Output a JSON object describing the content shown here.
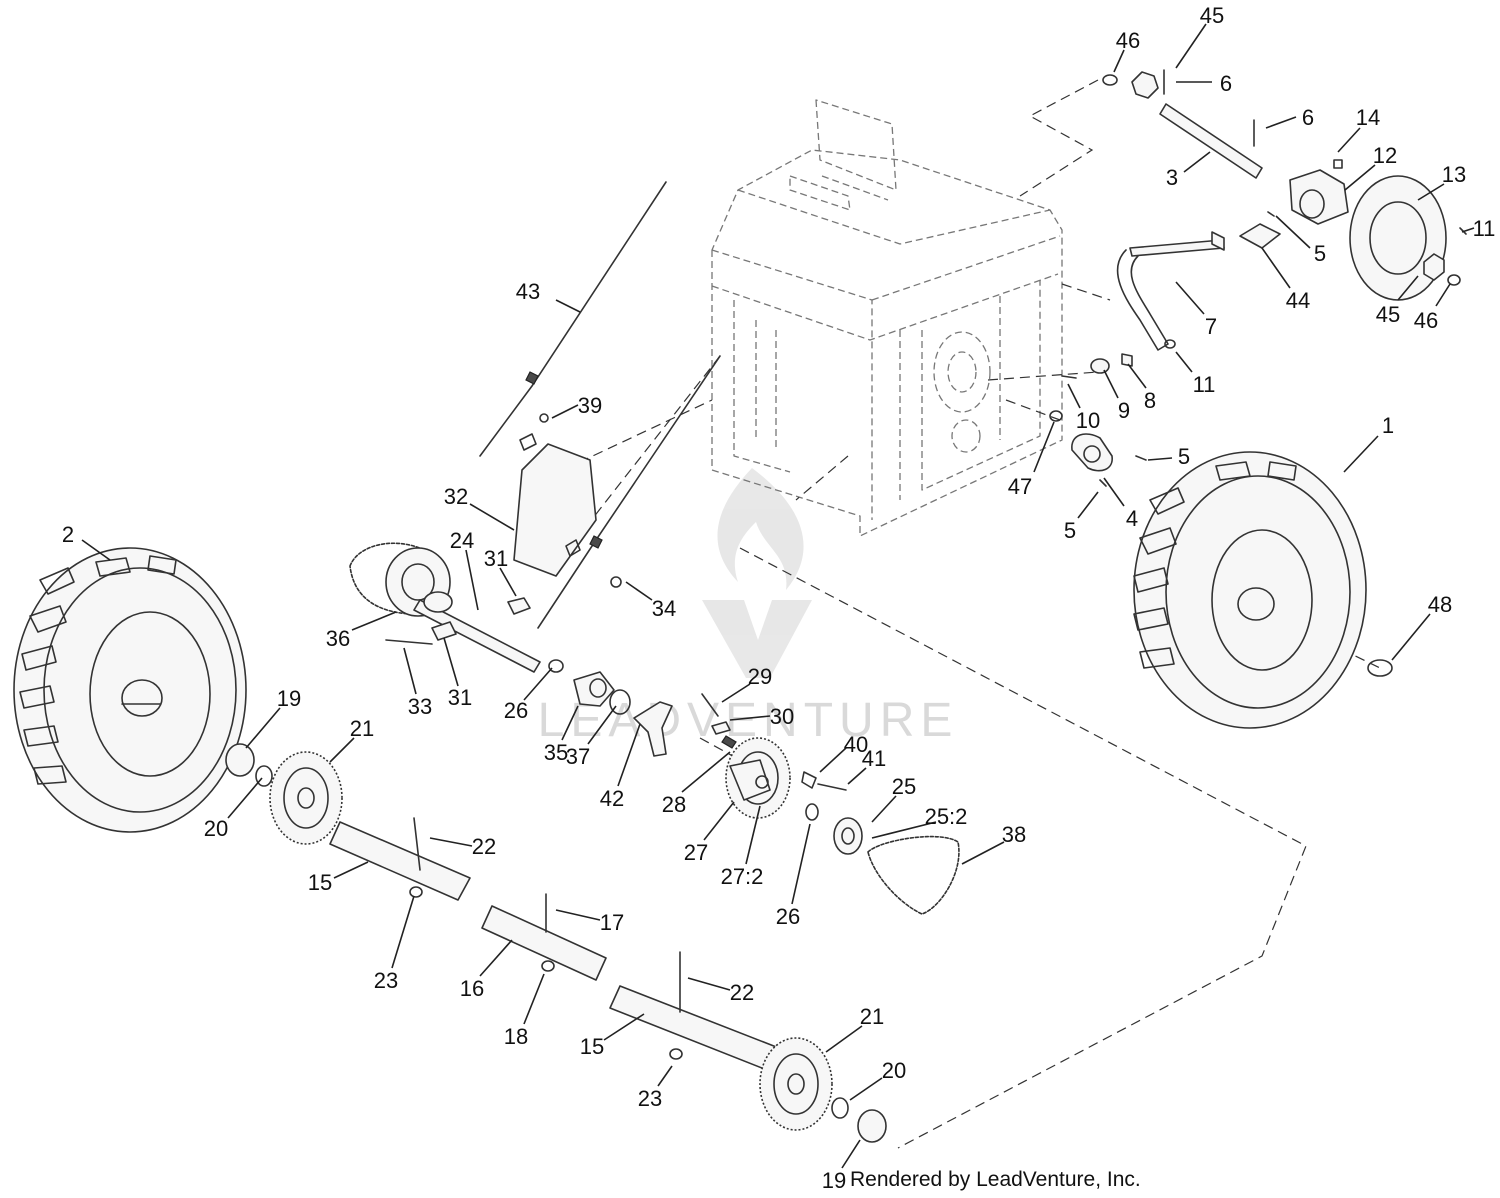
{
  "diagram": {
    "watermark": "LEADVENTURE",
    "credit": "Rendered by LeadVenture, Inc.",
    "callouts": [
      {
        "id": "c45a",
        "label": "45",
        "text": [
          1212,
          15
        ],
        "lead": [
          1206,
          24,
          1176,
          68
        ]
      },
      {
        "id": "c46a",
        "label": "46",
        "text": [
          1128,
          40
        ],
        "lead": [
          1124,
          50,
          1114,
          72
        ]
      },
      {
        "id": "c6a",
        "label": "6",
        "text": [
          1226,
          83
        ],
        "lead": [
          1212,
          82,
          1176,
          82
        ]
      },
      {
        "id": "c6b",
        "label": "6",
        "text": [
          1308,
          117
        ],
        "lead": [
          1296,
          117,
          1266,
          128
        ]
      },
      {
        "id": "c14",
        "label": "14",
        "text": [
          1368,
          117
        ],
        "lead": [
          1360,
          128,
          1338,
          152
        ]
      },
      {
        "id": "c12",
        "label": "12",
        "text": [
          1385,
          155
        ],
        "lead": [
          1375,
          165,
          1345,
          190
        ]
      },
      {
        "id": "c3",
        "label": "3",
        "text": [
          1172,
          177
        ],
        "lead": [
          1184,
          172,
          1210,
          152
        ]
      },
      {
        "id": "c13",
        "label": "13",
        "text": [
          1454,
          174
        ],
        "lead": [
          1444,
          184,
          1418,
          200
        ]
      },
      {
        "id": "c11a",
        "label": "11",
        "text": [
          1484,
          228
        ],
        "lead": [
          1474,
          228,
          1462,
          232
        ]
      },
      {
        "id": "c5a",
        "label": "5",
        "text": [
          1320,
          253
        ],
        "lead": [
          1310,
          248,
          1276,
          216
        ]
      },
      {
        "id": "c44",
        "label": "44",
        "text": [
          1298,
          300
        ],
        "lead": [
          1290,
          288,
          1262,
          248
        ]
      },
      {
        "id": "c45b",
        "label": "45",
        "text": [
          1388,
          314
        ],
        "lead": [
          1398,
          300,
          1418,
          276
        ]
      },
      {
        "id": "c46b",
        "label": "46",
        "text": [
          1426,
          320
        ],
        "lead": [
          1436,
          306,
          1450,
          284
        ]
      },
      {
        "id": "c7",
        "label": "7",
        "text": [
          1211,
          326
        ],
        "lead": [
          1204,
          314,
          1176,
          282
        ]
      },
      {
        "id": "c43",
        "label": "43",
        "text": [
          528,
          291
        ],
        "lead": [
          556,
          300,
          580,
          312
        ]
      },
      {
        "id": "c11b",
        "label": "11",
        "text": [
          1204,
          384
        ],
        "lead": [
          1192,
          372,
          1176,
          352
        ]
      },
      {
        "id": "c8",
        "label": "8",
        "text": [
          1150,
          400
        ],
        "lead": [
          1146,
          388,
          1128,
          364
        ]
      },
      {
        "id": "c9",
        "label": "9",
        "text": [
          1124,
          410
        ],
        "lead": [
          1118,
          398,
          1104,
          370
        ]
      },
      {
        "id": "c10",
        "label": "10",
        "text": [
          1088,
          420
        ],
        "lead": [
          1080,
          408,
          1068,
          384
        ]
      },
      {
        "id": "c39",
        "label": "39",
        "text": [
          590,
          405
        ],
        "lead": [
          578,
          405,
          552,
          418
        ]
      },
      {
        "id": "c1",
        "label": "1",
        "text": [
          1388,
          425
        ],
        "lead": [
          1378,
          436,
          1344,
          472
        ]
      },
      {
        "id": "c5b",
        "label": "5",
        "text": [
          1184,
          456
        ],
        "lead": [
          1172,
          458,
          1148,
          460
        ]
      },
      {
        "id": "c47",
        "label": "47",
        "text": [
          1020,
          486
        ],
        "lead": [
          1034,
          472,
          1054,
          422
        ]
      },
      {
        "id": "c32",
        "label": "32",
        "text": [
          456,
          496
        ],
        "lead": [
          470,
          504,
          514,
          530
        ]
      },
      {
        "id": "c4",
        "label": "4",
        "text": [
          1132,
          518
        ],
        "lead": [
          1124,
          506,
          1104,
          478
        ]
      },
      {
        "id": "c5c",
        "label": "5",
        "text": [
          1070,
          530
        ],
        "lead": [
          1078,
          518,
          1098,
          492
        ]
      },
      {
        "id": "c2",
        "label": "2",
        "text": [
          68,
          534
        ],
        "lead": [
          82,
          540,
          110,
          560
        ]
      },
      {
        "id": "c24",
        "label": "24",
        "text": [
          462,
          540
        ],
        "lead": [
          466,
          550,
          478,
          610
        ]
      },
      {
        "id": "c31a",
        "label": "31",
        "text": [
          496,
          558
        ],
        "lead": [
          500,
          568,
          516,
          596
        ]
      },
      {
        "id": "c34",
        "label": "34",
        "text": [
          664,
          608
        ],
        "lead": [
          652,
          600,
          626,
          582
        ]
      },
      {
        "id": "c48",
        "label": "48",
        "text": [
          1440,
          604
        ],
        "lead": [
          1430,
          614,
          1392,
          660
        ]
      },
      {
        "id": "c36",
        "label": "36",
        "text": [
          338,
          638
        ],
        "lead": [
          352,
          630,
          396,
          612
        ]
      },
      {
        "id": "c29",
        "label": "29",
        "text": [
          760,
          676
        ],
        "lead": [
          750,
          684,
          722,
          702
        ]
      },
      {
        "id": "c31b",
        "label": "31",
        "text": [
          460,
          697
        ],
        "lead": [
          458,
          686,
          444,
          638
        ]
      },
      {
        "id": "c19a",
        "label": "19",
        "text": [
          289,
          698
        ],
        "lead": [
          280,
          708,
          246,
          748
        ]
      },
      {
        "id": "c33",
        "label": "33",
        "text": [
          420,
          706
        ],
        "lead": [
          416,
          694,
          404,
          648
        ]
      },
      {
        "id": "c26a",
        "label": "26",
        "text": [
          516,
          710
        ],
        "lead": [
          524,
          700,
          552,
          668
        ]
      },
      {
        "id": "c30",
        "label": "30",
        "text": [
          782,
          716
        ],
        "lead": [
          770,
          716,
          730,
          720
        ]
      },
      {
        "id": "c21a",
        "label": "21",
        "text": [
          362,
          728
        ],
        "lead": [
          354,
          738,
          330,
          762
        ]
      },
      {
        "id": "c35",
        "label": "35",
        "text": [
          556,
          752
        ],
        "lead": [
          562,
          740,
          578,
          706
        ]
      },
      {
        "id": "c37",
        "label": "37",
        "text": [
          578,
          756
        ],
        "lead": [
          588,
          744,
          616,
          706
        ]
      },
      {
        "id": "c40",
        "label": "40",
        "text": [
          856,
          744
        ],
        "lead": [
          846,
          748,
          820,
          772
        ]
      },
      {
        "id": "c41",
        "label": "41",
        "text": [
          874,
          758
        ],
        "lead": [
          866,
          768,
          848,
          784
        ]
      },
      {
        "id": "c25",
        "label": "25",
        "text": [
          904,
          786
        ],
        "lead": [
          896,
          796,
          872,
          822
        ]
      },
      {
        "id": "c42",
        "label": "42",
        "text": [
          612,
          798
        ],
        "lead": [
          618,
          786,
          640,
          724
        ]
      },
      {
        "id": "c28",
        "label": "28",
        "text": [
          674,
          804
        ],
        "lead": [
          682,
          792,
          730,
          752
        ]
      },
      {
        "id": "c25_2",
        "label": "25:2",
        "text": [
          946,
          816
        ],
        "lead": [
          936,
          822,
          872,
          838
        ]
      },
      {
        "id": "c20a",
        "label": "20",
        "text": [
          216,
          828
        ],
        "lead": [
          228,
          818,
          262,
          778
        ]
      },
      {
        "id": "c38",
        "label": "38",
        "text": [
          1014,
          834
        ],
        "lead": [
          1004,
          842,
          962,
          864
        ]
      },
      {
        "id": "c22a",
        "label": "22",
        "text": [
          484,
          846
        ],
        "lead": [
          472,
          846,
          430,
          838
        ]
      },
      {
        "id": "c27",
        "label": "27",
        "text": [
          696,
          852
        ],
        "lead": [
          704,
          840,
          734,
          802
        ]
      },
      {
        "id": "c15a",
        "label": "15",
        "text": [
          320,
          882
        ],
        "lead": [
          334,
          878,
          368,
          862
        ]
      },
      {
        "id": "c27_2",
        "label": "27:2",
        "text": [
          742,
          876
        ],
        "lead": [
          746,
          864,
          760,
          806
        ]
      },
      {
        "id": "c26b",
        "label": "26",
        "text": [
          788,
          916
        ],
        "lead": [
          792,
          904,
          810,
          824
        ]
      },
      {
        "id": "c17",
        "label": "17",
        "text": [
          612,
          922
        ],
        "lead": [
          600,
          920,
          556,
          910
        ]
      },
      {
        "id": "c23a",
        "label": "23",
        "text": [
          386,
          980
        ],
        "lead": [
          392,
          968,
          414,
          896
        ]
      },
      {
        "id": "c16",
        "label": "16",
        "text": [
          472,
          988
        ],
        "lead": [
          480,
          976,
          512,
          940
        ]
      },
      {
        "id": "c22b",
        "label": "22",
        "text": [
          742,
          992
        ],
        "lead": [
          730,
          990,
          688,
          978
        ]
      },
      {
        "id": "c18",
        "label": "18",
        "text": [
          516,
          1036
        ],
        "lead": [
          524,
          1024,
          544,
          974
        ]
      },
      {
        "id": "c15b",
        "label": "15",
        "text": [
          592,
          1046
        ],
        "lead": [
          604,
          1040,
          644,
          1014
        ]
      },
      {
        "id": "c21b",
        "label": "21",
        "text": [
          872,
          1016
        ],
        "lead": [
          862,
          1026,
          826,
          1052
        ]
      },
      {
        "id": "c20b",
        "label": "20",
        "text": [
          894,
          1070
        ],
        "lead": [
          882,
          1078,
          850,
          1100
        ]
      },
      {
        "id": "c23b",
        "label": "23",
        "text": [
          650,
          1098
        ],
        "lead": [
          658,
          1086,
          672,
          1066
        ]
      },
      {
        "id": "c19b",
        "label": "19",
        "text": [
          834,
          1180
        ],
        "lead": [
          842,
          1168,
          860,
          1140
        ]
      }
    ]
  }
}
